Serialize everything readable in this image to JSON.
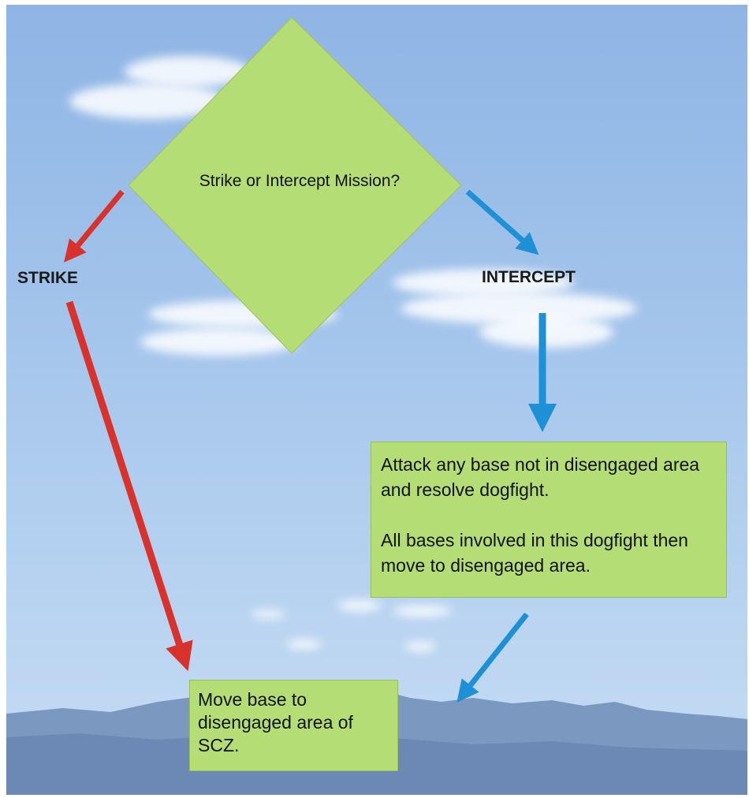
{
  "decision": {
    "question": "Strike or Intercept Mission?"
  },
  "branches": {
    "strike_label": "STRIKE",
    "intercept_label": "INTERCEPT"
  },
  "intercept_box": {
    "paragraph1": "Attack any base not in disengaged area and resolve dogfight.",
    "paragraph2": "All bases involved in this dogfight then move to disengaged area."
  },
  "final_box": {
    "text": "Move base to disengaged area of SCZ."
  },
  "colors": {
    "decision_fill": "#b5dd76",
    "strike_arrow": "#d9312b",
    "intercept_arrow": "#1e90d6",
    "sky": "#a0c2ea",
    "mountains": "#6f8fb8"
  }
}
